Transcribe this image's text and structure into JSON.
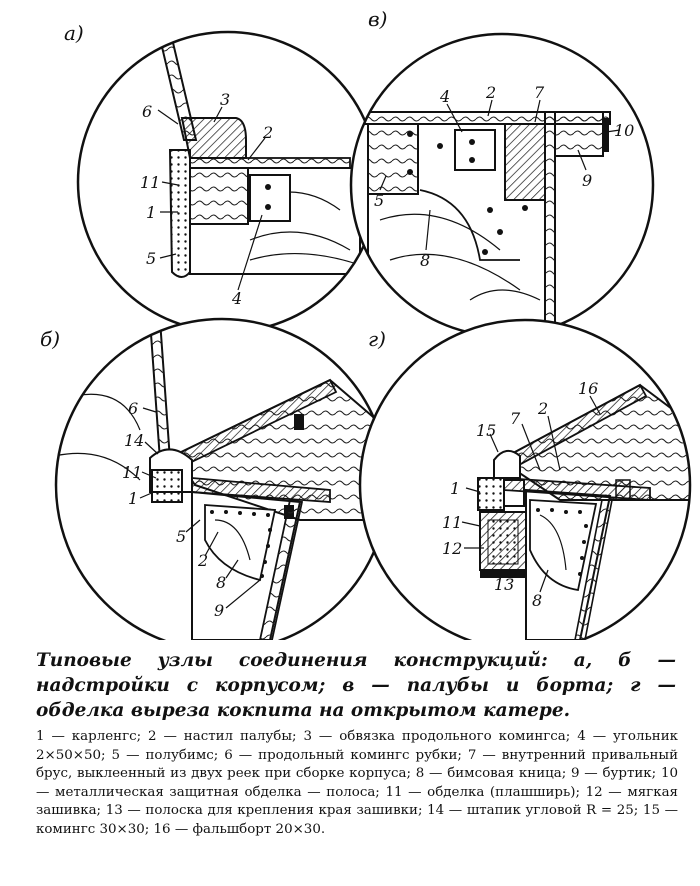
{
  "panels": {
    "a": {
      "letter": "а)",
      "labels": [
        "6",
        "3",
        "2",
        "11",
        "1",
        "5",
        "4"
      ]
    },
    "v": {
      "letter": "в)",
      "labels": [
        "4",
        "2",
        "7",
        "10",
        "9",
        "5",
        "8"
      ]
    },
    "b": {
      "letter": "б)",
      "labels": [
        "6",
        "14",
        "11",
        "1",
        "5",
        "2",
        "8",
        "9"
      ]
    },
    "g": {
      "letter": "г)",
      "labels": [
        "16",
        "15",
        "7",
        "2",
        "1",
        "11",
        "12",
        "13",
        "8"
      ]
    }
  },
  "caption": "Типовые узлы соединения конструкций: а, б — надстройки с корпусом; в — палубы и борта; г — обделка выреза кокпита на открытом катере.",
  "legend": "1 — карленгс; 2 — настил палубы; 3 — обвязка продольного комингса; 4 — угольник 2×50×50; 5 — полубимс; 6 — продольный комингс рубки; 7 — внутренний привальный брус, выклеенный из двух реек при сборке корпуса; 8 — бимсовая кница; 9 — буртик; 10 — металлическая защитная обделка — полоса; 11 — обделка (плашширь); 12 — мягкая зашивка; 13 — полоска для крепления края зашивки; 14 — штапик угловой R = 25; 15 — комингс 30×30; 16 — фальшборт 20×30."
}
